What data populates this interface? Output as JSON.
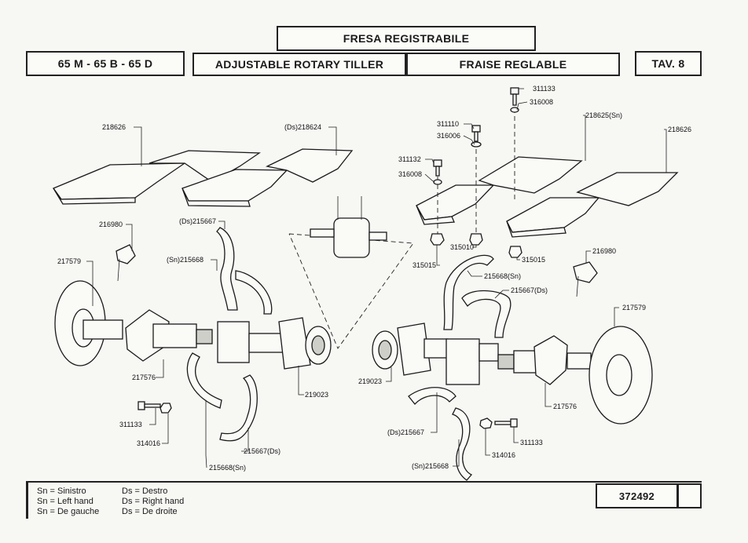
{
  "header": {
    "title_it": "FRESA REGISTRABILE",
    "models": "65 M - 65 B - 65 D",
    "title_en": "ADJUSTABLE ROTARY TILLER",
    "title_fr": "FRAISE REGLABLE",
    "table": "TAV. 8"
  },
  "legend": {
    "sn_it": "Sn = Sinistro",
    "sn_en": "Sn = Left hand",
    "sn_fr": "Sn = De gauche",
    "ds_it": "Ds = Destro",
    "ds_en": "Ds = Right hand",
    "ds_fr": "Ds = De droite"
  },
  "footer": {
    "ref_number": "372492"
  },
  "part_labels": {
    "p218626_l": "218626",
    "p218624": "(Ds)218624",
    "p216980_l": "216980",
    "p215667_ds_l": "(Ds)215667",
    "p215668_sn_l": "(Sn)215668",
    "p217579_l": "217579",
    "p217576_l": "217576",
    "p311133_l": "311133",
    "p314016_l": "314016",
    "p219023_l": "219023",
    "p215667_ds2_l": "215667(Ds)",
    "p215668_sn2_l": "215668(Sn)",
    "p311133_r_top": "311133",
    "p316008_r_top": "316008",
    "p311110": "311110",
    "p316006": "316006",
    "p311132": "311132",
    "p316008_r": "316008",
    "p218625_sn": "218625(Sn)",
    "p218626_r": "218626",
    "p315010": "315010",
    "p315015_l": "315015",
    "p315015_r": "315015",
    "p215668_sn_r": "215668(Sn)",
    "p215667_ds_r": "215667(Ds)",
    "p216980_r": "216980",
    "p217579_r": "217579",
    "p219023_r": "219023",
    "p217576_r": "217576",
    "p215667_ds_r2": "(Ds)215667",
    "p311133_r": "311133",
    "p314016_r": "314016",
    "p215668_sn_r2": "(Sn)215668"
  }
}
